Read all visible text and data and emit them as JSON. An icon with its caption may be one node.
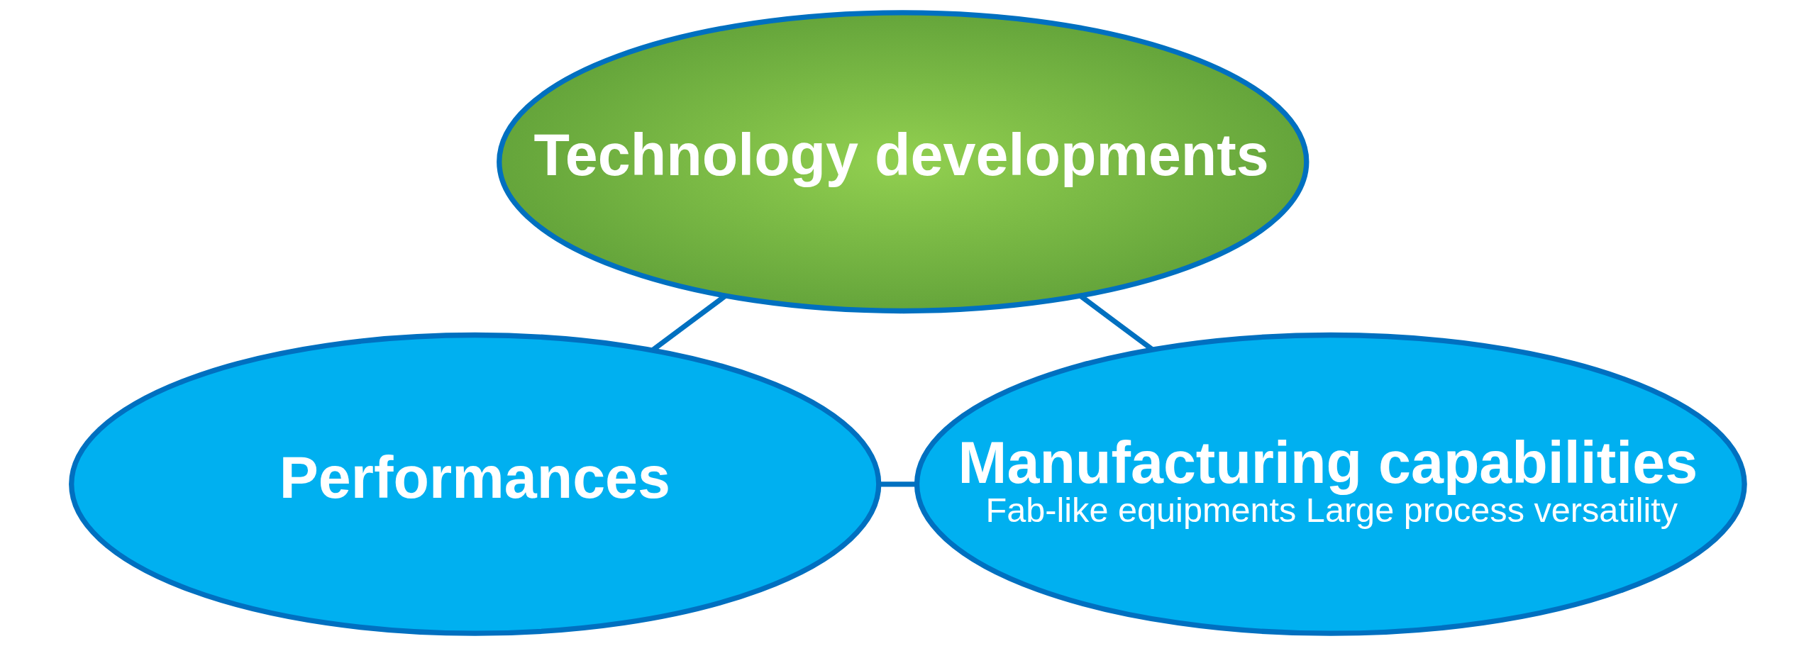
{
  "diagram": {
    "nodes": [
      {
        "text": [
          "Technology developments"
        ]
      },
      {
        "text": [
          "Performances"
        ]
      },
      {
        "text": [
          "Manufacturing capabilities",
          "Fab-like equipments Large process versatility"
        ]
      }
    ],
    "edges": [
      {
        "from": 0,
        "to": 1,
        "arrow": "none"
      },
      {
        "from": 1,
        "to": 2,
        "arrow": "none"
      },
      {
        "from": 2,
        "to": 0,
        "arrow": "none"
      }
    ]
  }
}
